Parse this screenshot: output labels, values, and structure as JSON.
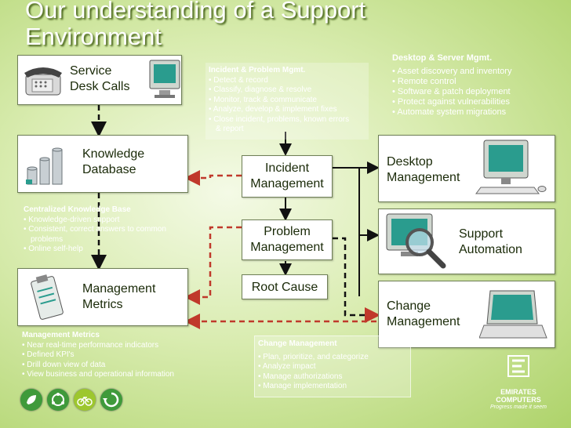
{
  "title": "Our understanding of a Support Environment",
  "boxes": {
    "service_desk": "Service\nDesk Calls",
    "knowledge_db": "Knowledge\nDatabase",
    "mgmt_metrics": "Management\nMetrics",
    "incident": "Incident\nManagement",
    "problem": "Problem\nManagement",
    "root_cause": "Root Cause",
    "desktop_mgmt": "Desktop\nManagement",
    "support_auto": "Support\nAutomation",
    "change_mgmt": "Change\nManagement"
  },
  "notes": {
    "incident_problem": {
      "heading": "Incident & Problem Mgmt.",
      "items": [
        "Detect & record",
        "Classify, diagnose & resolve",
        "Monitor, track & communicate",
        "Analyze, develop & implement fixes",
        "Close incident, problems, known errors & report"
      ]
    },
    "desktop_server": {
      "heading": "Desktop & Server Mgmt.",
      "items": [
        "Asset discovery and inventory",
        "Remote control",
        "Software & patch deployment",
        "Protect against vulnerabilities",
        "Automate system migrations"
      ]
    },
    "knowledge_base": {
      "heading": "Centralized Knowledge Base",
      "items": [
        "Knowledge-driven support",
        "Consistent, correct answers to common problems",
        "Online self-help"
      ]
    },
    "mgmt_metrics": {
      "heading": "Management Metrics",
      "items": [
        "Near real-time performance indicators",
        "Defined KPI's",
        "Drill down view of data",
        "View business and operational information"
      ]
    },
    "change_mgmt": {
      "heading": "Change Management",
      "items": [
        "Plan, prioritize, and categorize",
        "Analyze impact",
        "Manage authorizations",
        "Manage implementation"
      ]
    }
  },
  "logo": {
    "name": "EMIRATES\nCOMPUTERS",
    "tagline": "Progress made it seem"
  },
  "colors": {
    "solid_arrow": "#111111",
    "dashed_red": "#c0392b",
    "dashed_black": "#111111"
  }
}
